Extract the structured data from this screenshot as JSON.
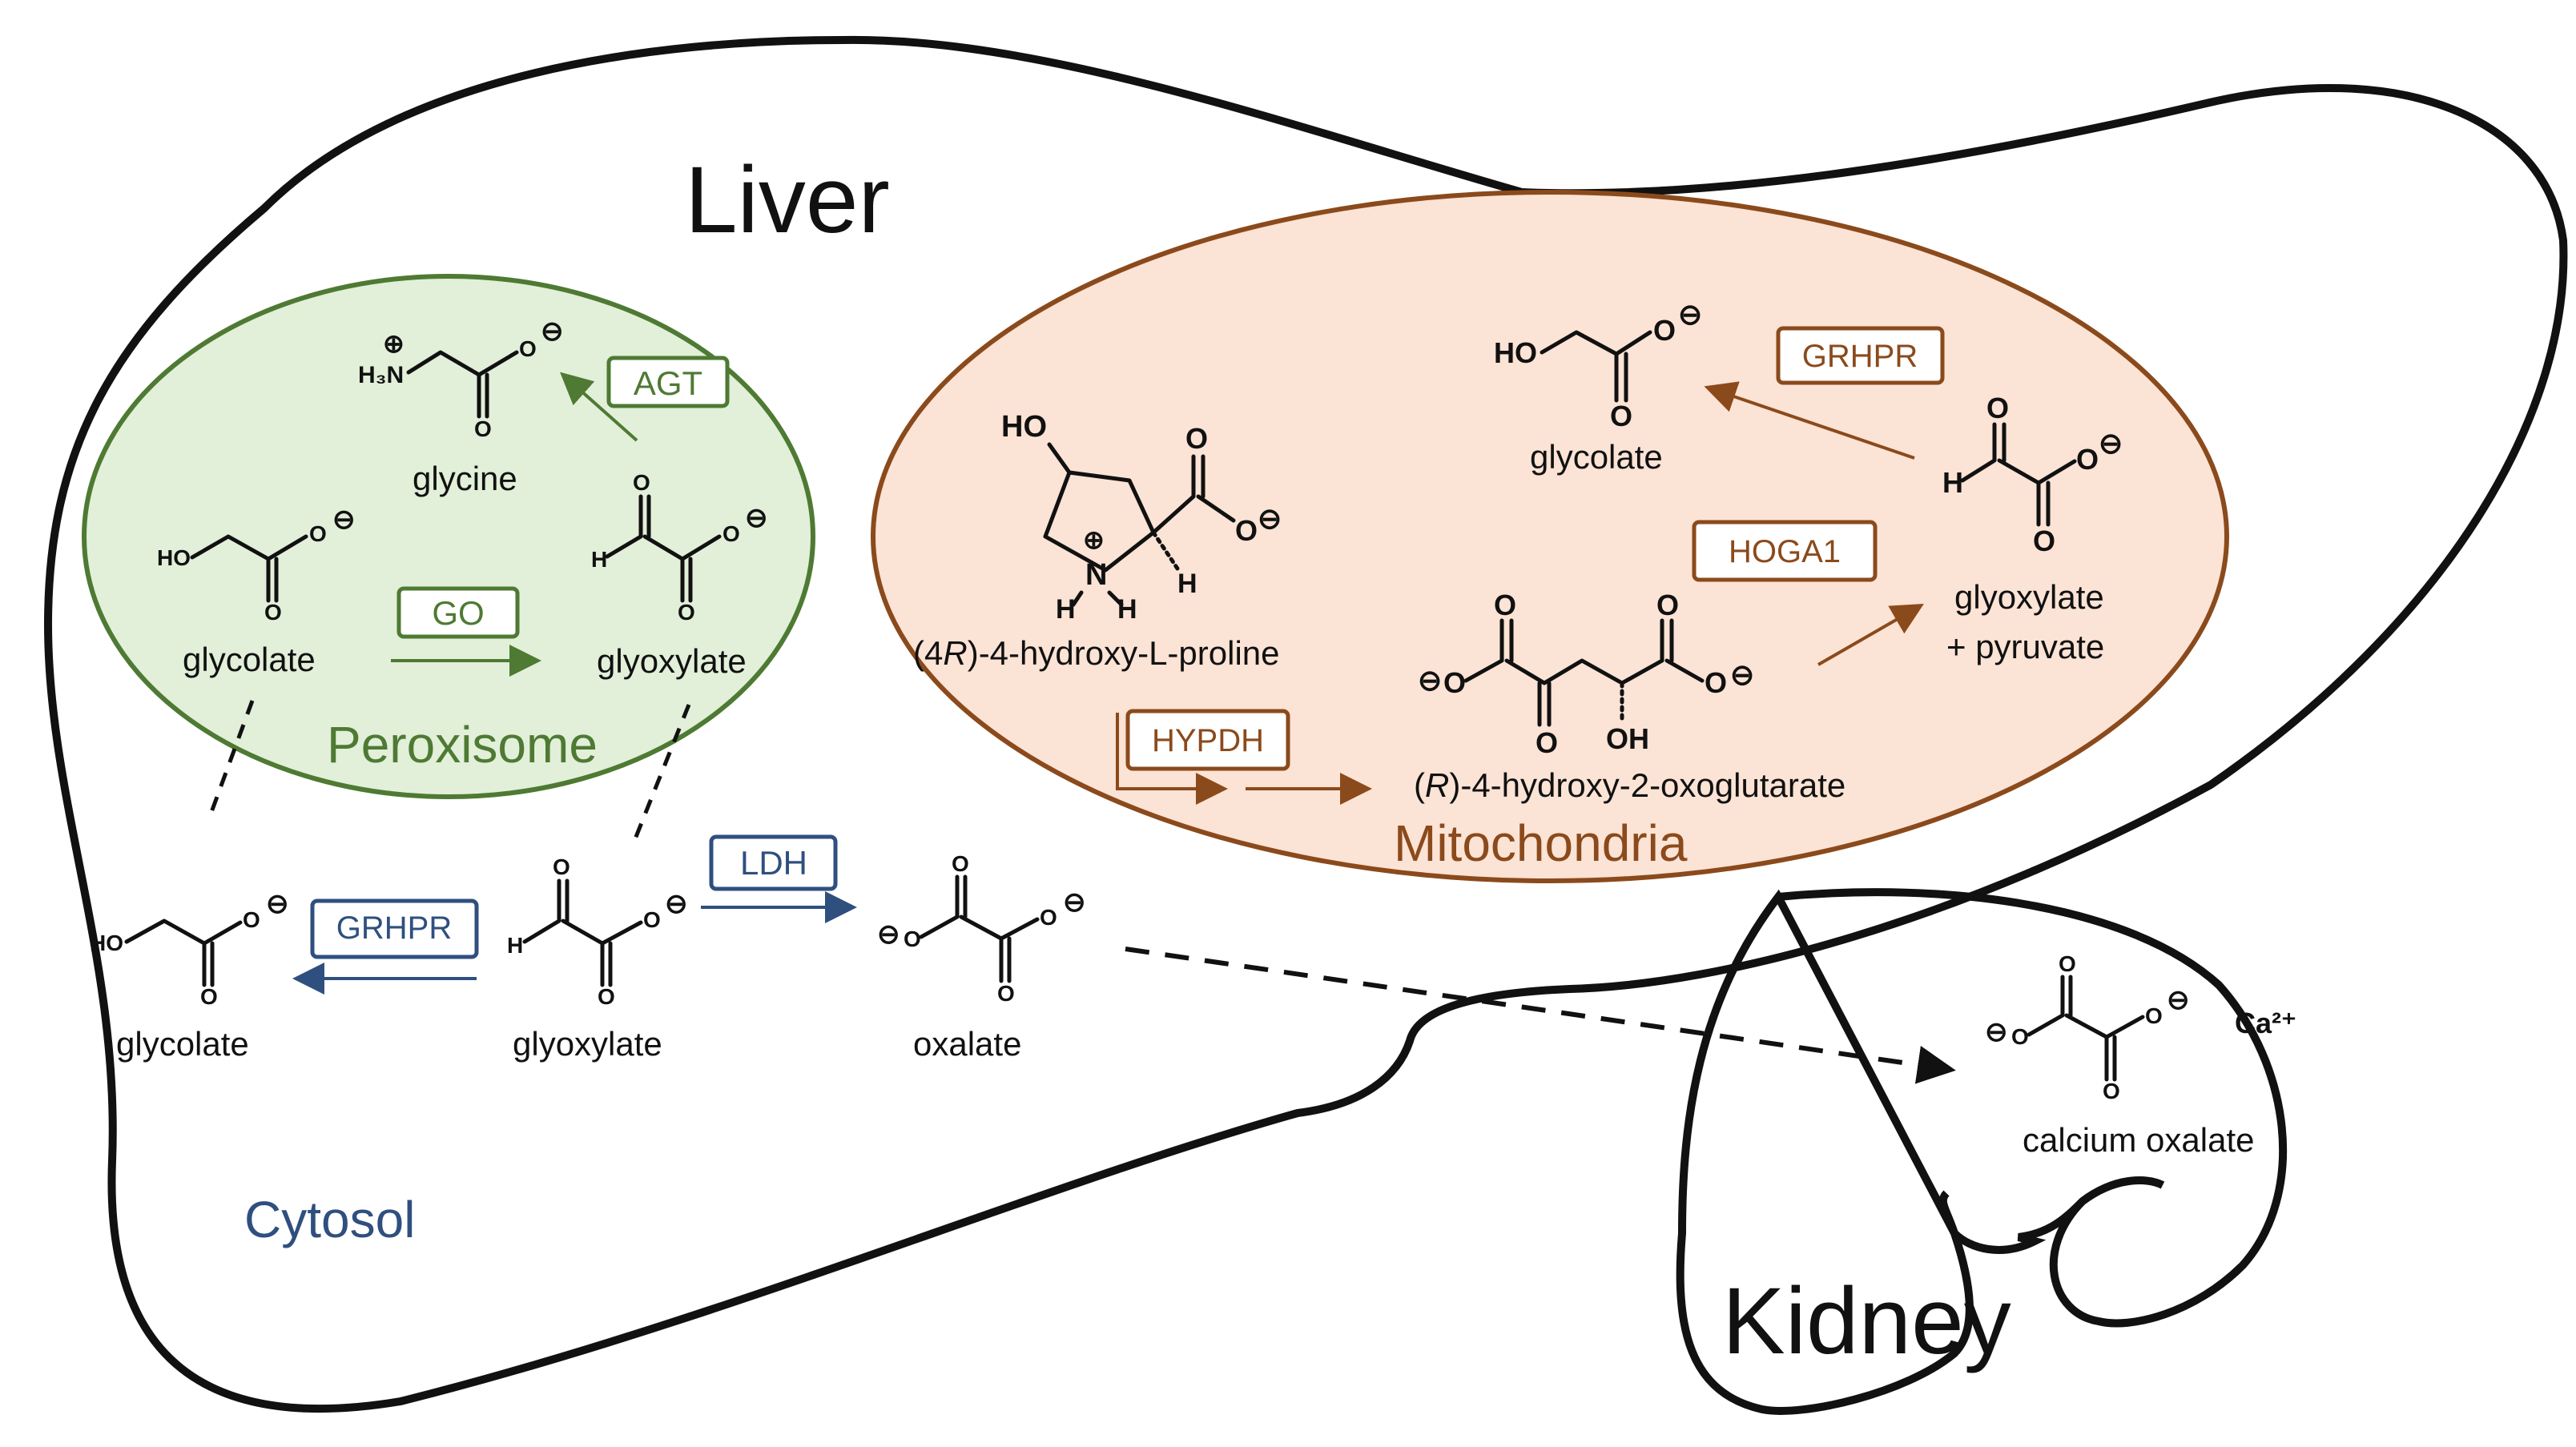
{
  "colors": {
    "outline": "#111111",
    "peroxisome_fill": "#e2efd9",
    "peroxisome_stroke": "#4e7a33",
    "peroxisome_text": "#4e7a33",
    "mito_fill": "#fbe3d5",
    "mito_stroke": "#8b4a1c",
    "mito_text": "#8b4a1c",
    "cytosol_text": "#2f4f7f"
  },
  "organs": {
    "liver": "Liver",
    "kidney": "Kidney"
  },
  "compartments": {
    "peroxisome": "Peroxisome",
    "mitochondria": "Mitochondria",
    "cytosol": "Cytosol"
  },
  "enzymes": {
    "agt": "AGT",
    "go": "GO",
    "grhpr_mito": "GRHPR",
    "hoga1": "HOGA1",
    "hypdh": "HYPDH",
    "ldh": "LDH",
    "grhpr_cyto": "GRHPR"
  },
  "compounds": {
    "glycine": "glycine",
    "perox_glycolate": "glycolate",
    "perox_glyoxylate": "glyoxylate",
    "hydroxyproline_prefix": "(4",
    "hydroxyproline_italic": "R",
    "hydroxyproline_suffix": ")-4-hydroxy-L-proline",
    "mito_glycolate": "glycolate",
    "mito_glyoxylate_line1": "glyoxylate",
    "mito_glyoxylate_line2": "+ pyruvate",
    "hog_prefix": "(",
    "hog_italic": "R",
    "hog_suffix": ")-4-hydroxy-2-oxoglutarate",
    "cyto_glycolate": "glycolate",
    "cyto_glyoxylate": "glyoxylate",
    "oxalate": "oxalate",
    "calcium_oxalate": "calcium oxalate"
  },
  "atoms": {
    "HO": "HO",
    "OH": "OH",
    "O": "O",
    "H": "H",
    "N": "N",
    "H3N": "H₃N",
    "minus": "⊖",
    "plus": "⊕",
    "Ca2": "Ca²⁺"
  }
}
